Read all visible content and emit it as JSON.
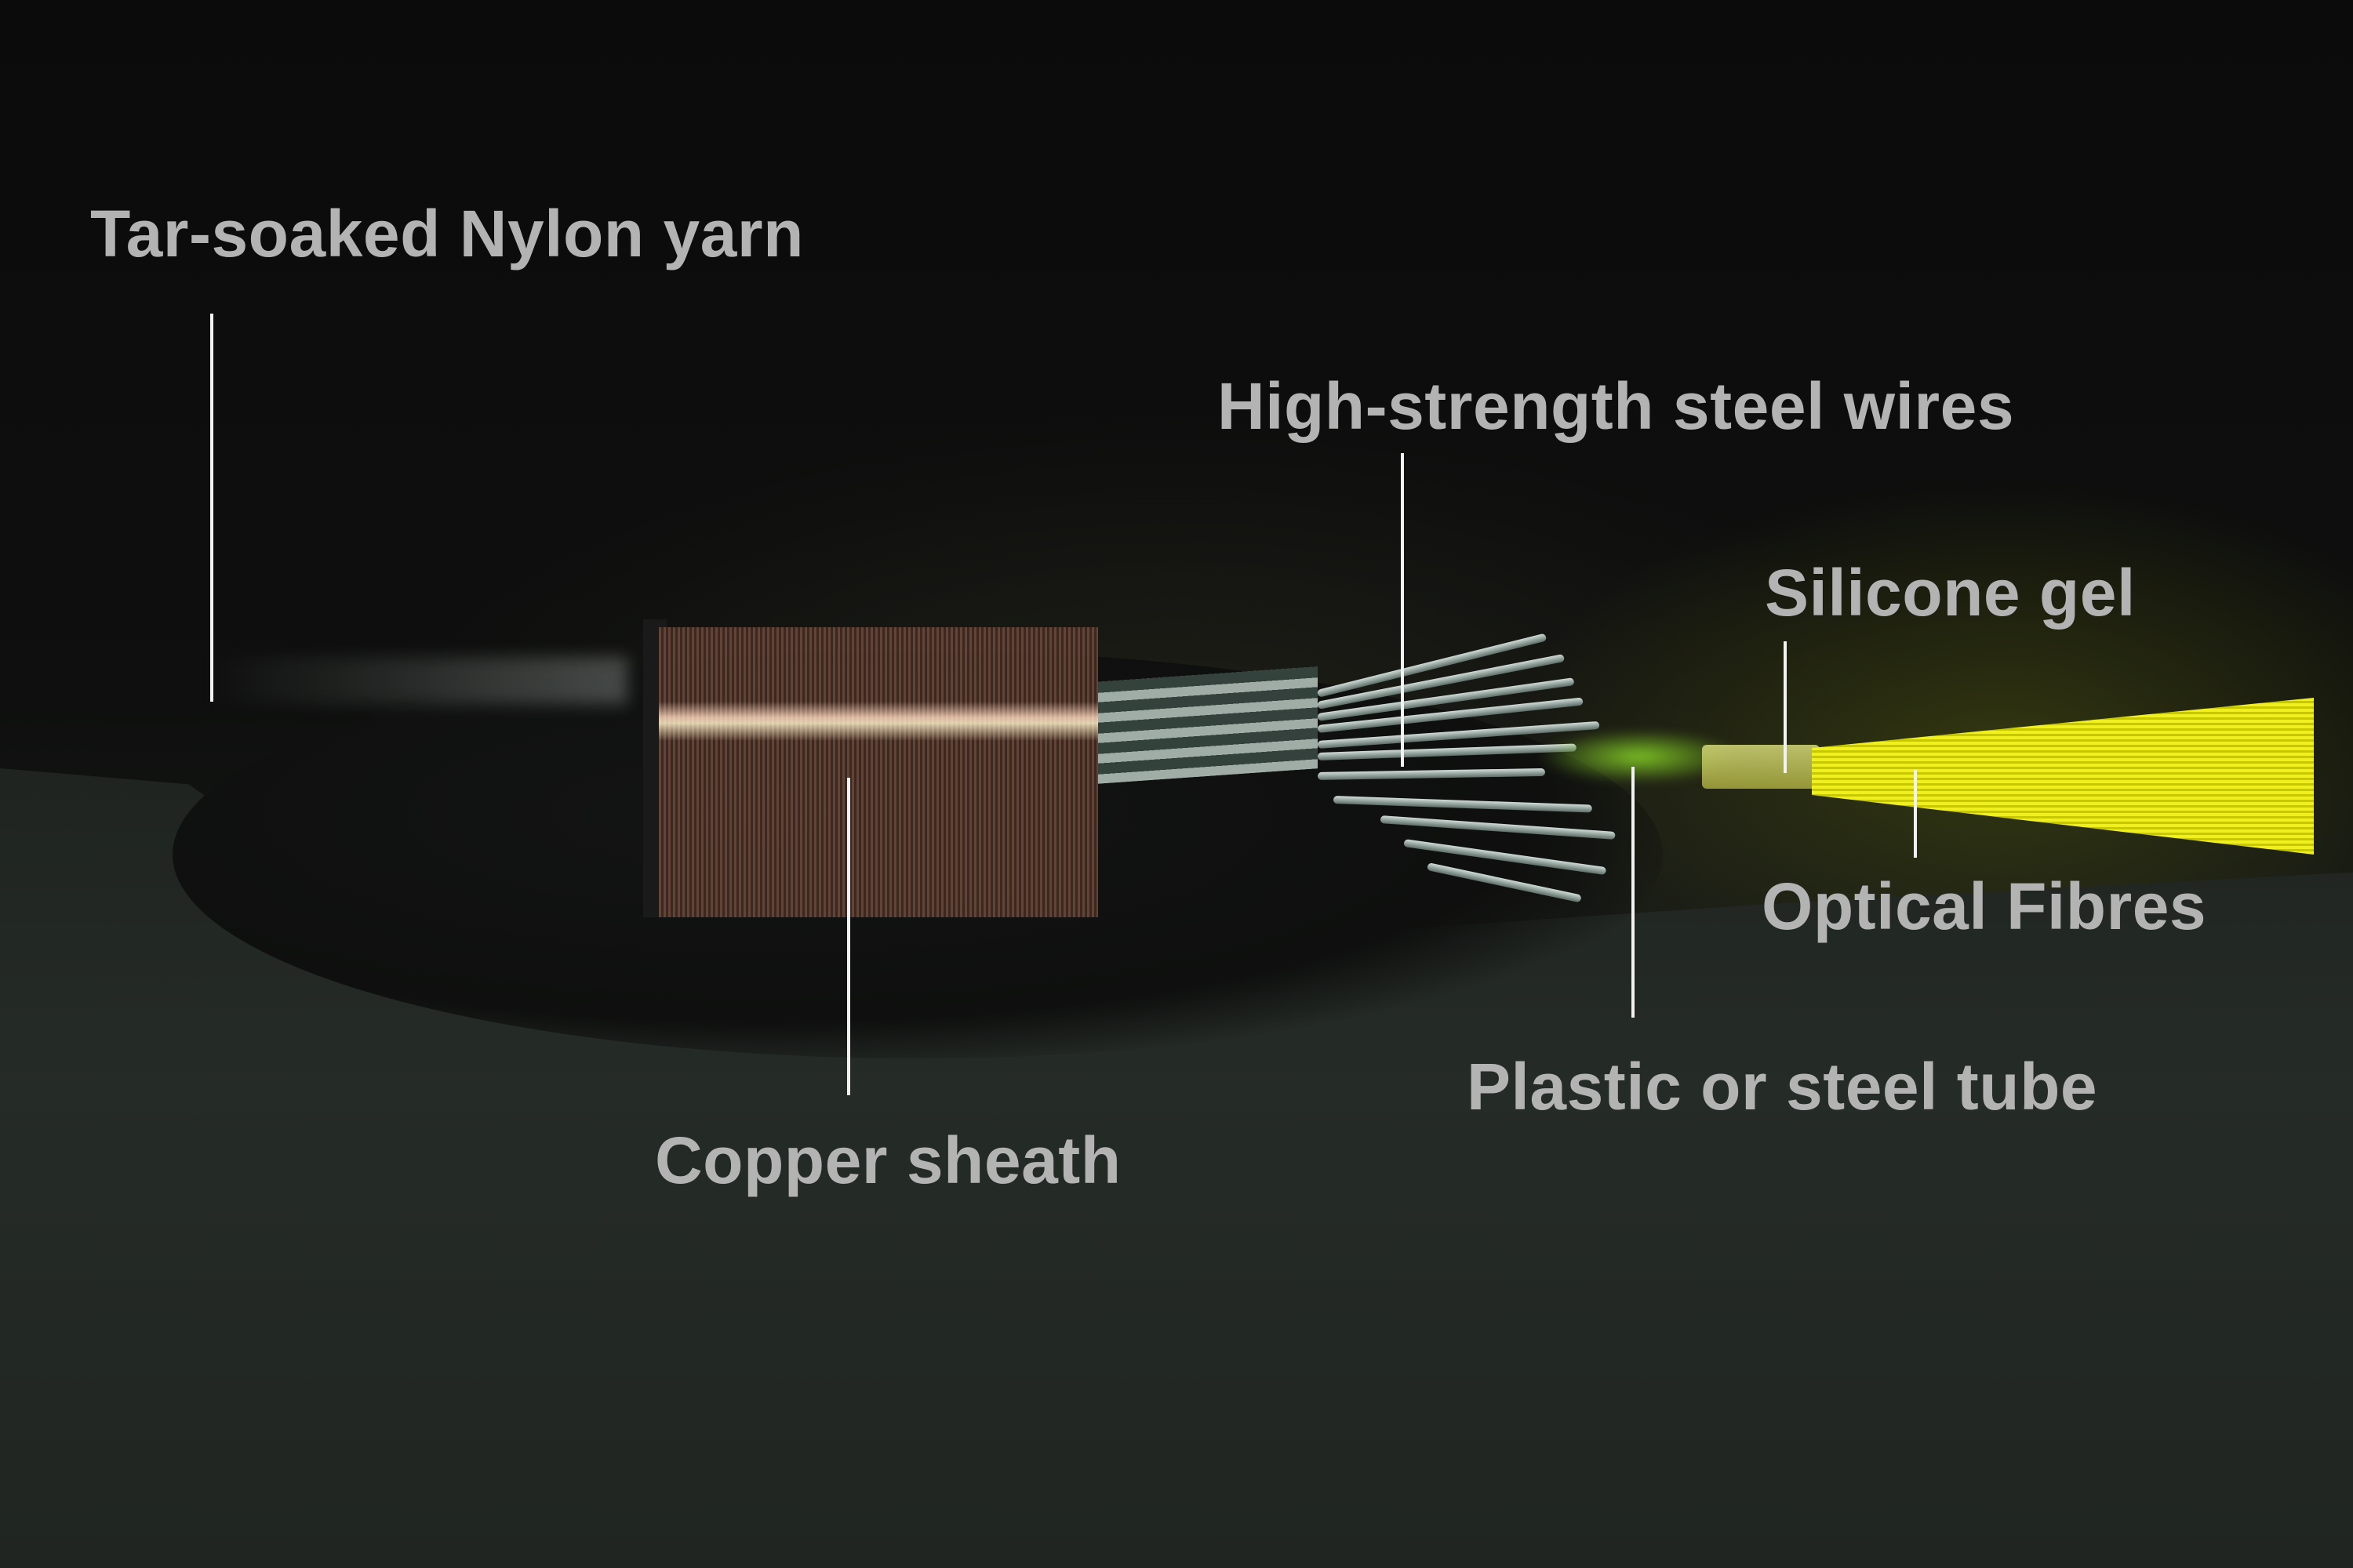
{
  "diagram": {
    "subject": "Undersea fibre-optic cable layers",
    "label_color": "#b3b3b3",
    "leader_color": "#f2f2f2",
    "accent_colors": {
      "copper": "#8a5a48",
      "steel": "#b9c8c0",
      "fibre_glow": "#e6ee20",
      "tube_glow": "#8cdc28"
    },
    "labels": [
      {
        "id": "nylon",
        "text": "Tar-soaked Nylon yarn"
      },
      {
        "id": "steel",
        "text": "High-strength steel wires"
      },
      {
        "id": "silicone",
        "text": "Silicone gel"
      },
      {
        "id": "fibres",
        "text": "Optical Fibres"
      },
      {
        "id": "tube",
        "text": "Plastic or steel tube"
      },
      {
        "id": "copper",
        "text": "Copper sheath"
      }
    ]
  }
}
